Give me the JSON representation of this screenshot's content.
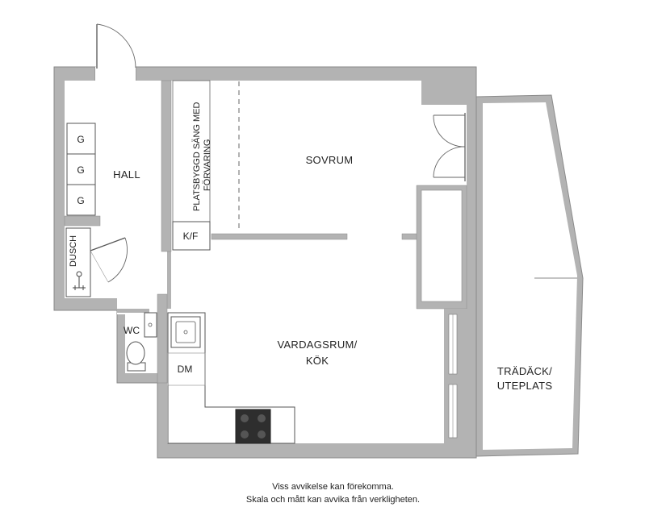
{
  "rooms": {
    "hall": "HALL",
    "sovrum": "SOVRUM",
    "vardagsrum_line1": "VARDAGSRUM/",
    "vardagsrum_line2": "KÖK",
    "tradack_line1": "TRÄDÄCK/",
    "tradack_line2": "UTEPLATS",
    "wc": "WC",
    "dm": "DM",
    "kf": "K/F",
    "dusch": "DUSCH",
    "bed_line1": "PLATSBYGGD SÄNG MED",
    "bed_line2": "FÖRVARING"
  },
  "wardrobes": [
    "G",
    "G",
    "G"
  ],
  "disclaimer": {
    "line1": "Viss avvikelse kan förekomma.",
    "line2": "Skala och mått kan avvika från verkligheten."
  },
  "colors": {
    "wall": "#b3b3b3",
    "wall_edge": "#8a8a8a",
    "floor": "#ffffff",
    "stove": "#2e2e2e"
  }
}
